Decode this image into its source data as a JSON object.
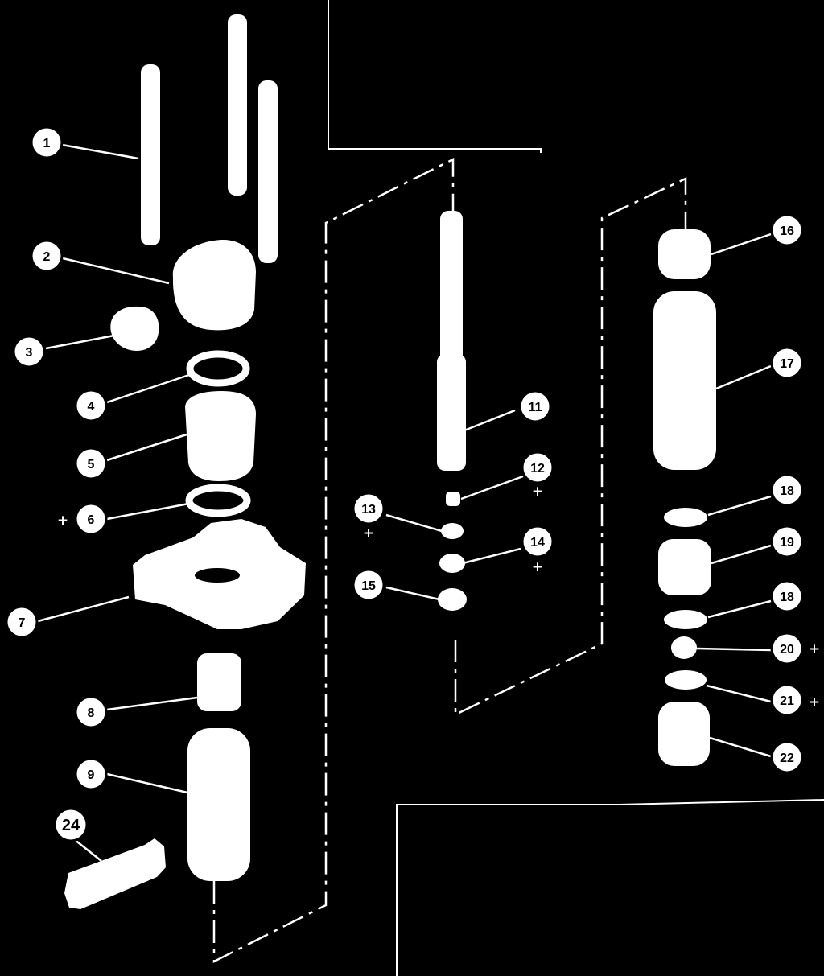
{
  "callouts": [
    {
      "id": "c1",
      "label": "1"
    },
    {
      "id": "c2",
      "label": "2"
    },
    {
      "id": "c3",
      "label": "3"
    },
    {
      "id": "c4",
      "label": "4"
    },
    {
      "id": "c5",
      "label": "5"
    },
    {
      "id": "c6",
      "label": "6"
    },
    {
      "id": "c7",
      "label": "7"
    },
    {
      "id": "c8",
      "label": "8"
    },
    {
      "id": "c9",
      "label": "9"
    },
    {
      "id": "c24",
      "label": "24"
    },
    {
      "id": "c11",
      "label": "11"
    },
    {
      "id": "c12",
      "label": "12"
    },
    {
      "id": "c13",
      "label": "13"
    },
    {
      "id": "c14",
      "label": "14"
    },
    {
      "id": "c15",
      "label": "15"
    },
    {
      "id": "c16",
      "label": "16"
    },
    {
      "id": "c17",
      "label": "17"
    },
    {
      "id": "c18a",
      "label": "18"
    },
    {
      "id": "c19",
      "label": "19"
    },
    {
      "id": "c18b",
      "label": "18"
    },
    {
      "id": "c20",
      "label": "20"
    },
    {
      "id": "c21",
      "label": "21"
    },
    {
      "id": "c22",
      "label": "22"
    }
  ],
  "plus_marker": "+",
  "colors": {
    "background": "#000000",
    "parts": "#ffffff",
    "lines": "#ffffff"
  }
}
